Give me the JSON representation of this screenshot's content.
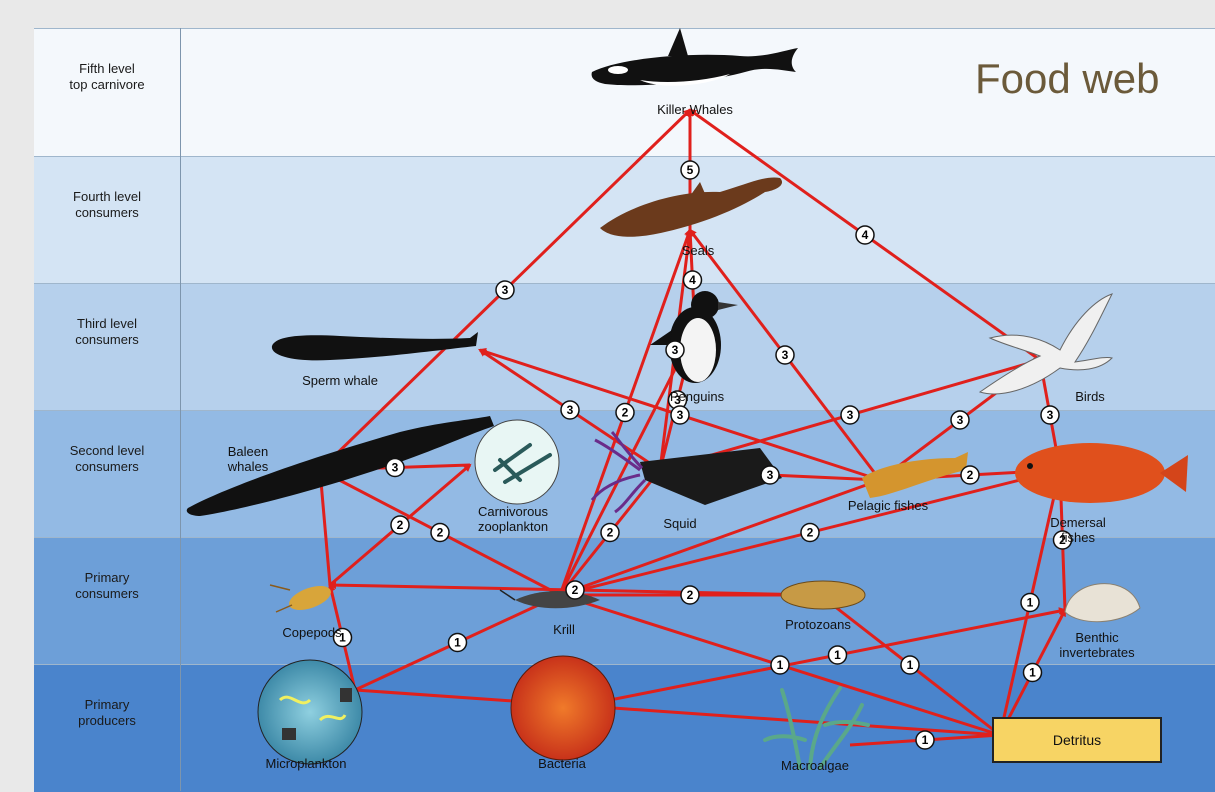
{
  "title": "Food web",
  "levels": [
    {
      "label": "Fifth level\ntop carnivore"
    },
    {
      "label": "Fourth level\nconsumers"
    },
    {
      "label": "Third level\nconsumers"
    },
    {
      "label": "Second level\nconsumers"
    },
    {
      "label": "Primary\nconsumers"
    },
    {
      "label": "Primary\nproducers"
    }
  ],
  "organisms": {
    "killer_whales": "Killer Whales",
    "seals": "Seals",
    "penguins": "Penguins",
    "sperm_whale": "Sperm whale",
    "birds": "Birds",
    "baleen_whales": "Baleen\nwhales",
    "carnivorous_zooplankton": "Carnivorous\nzooplankton",
    "squid": "Squid",
    "pelagic_fishes": "Pelagic fishes",
    "demersal_fishes": "Demersal\nfishes",
    "copepods": "Copepods",
    "krill": "Krill",
    "protozoans": "Protozoans",
    "benthic_invertebrates": "Benthic\ninvertebrates",
    "microplankton": "Microplankton",
    "bacteria": "Bacteria",
    "macroalgae": "Macroalgae",
    "detritus": "Detritus"
  },
  "colors": {
    "arrow": "#e0201c",
    "band_top": "#eef4fb",
    "band_bottom": "#3f78c4",
    "detritus": "#f7d464"
  },
  "links": [
    {
      "from": "microplankton",
      "to": "copepods",
      "badge": "1"
    },
    {
      "from": "microplankton",
      "to": "krill",
      "badge": "1"
    },
    {
      "from": "microplankton",
      "to": "detritus",
      "badge": ""
    },
    {
      "from": "bacteria",
      "to": "benthic_invertebrates",
      "badge": "1"
    },
    {
      "from": "macroalgae",
      "to": "detritus",
      "badge": "1"
    },
    {
      "from": "detritus",
      "to": "benthic_invertebrates",
      "badge": "1"
    },
    {
      "from": "detritus",
      "to": "protozoans",
      "badge": "1"
    },
    {
      "from": "detritus",
      "to": "krill",
      "badge": "1"
    },
    {
      "from": "detritus",
      "to": "demersal_fishes",
      "badge": "1"
    },
    {
      "from": "protozoans",
      "to": "krill",
      "badge": "2"
    },
    {
      "from": "protozoans",
      "to": "copepods",
      "badge": "2"
    },
    {
      "from": "copepods",
      "to": "baleen_whales",
      "badge": ""
    },
    {
      "from": "copepods",
      "to": "carnivorous_zooplankton",
      "badge": "2"
    },
    {
      "from": "krill",
      "to": "baleen_whales",
      "badge": "2"
    },
    {
      "from": "krill",
      "to": "squid",
      "badge": "2"
    },
    {
      "from": "krill",
      "to": "penguins",
      "badge": ""
    },
    {
      "from": "krill",
      "to": "seals",
      "badge": "2"
    },
    {
      "from": "krill",
      "to": "pelagic_fishes",
      "badge": ""
    },
    {
      "from": "krill",
      "to": "demersal_fishes",
      "badge": "2"
    },
    {
      "from": "benthic_invertebrates",
      "to": "demersal_fishes",
      "badge": "2"
    },
    {
      "from": "carnivorous_zooplankton",
      "to": "baleen_whales",
      "badge": "3"
    },
    {
      "from": "squid",
      "to": "sperm_whale",
      "badge": "3"
    },
    {
      "from": "squid",
      "to": "penguins",
      "badge": "3"
    },
    {
      "from": "squid",
      "to": "seals",
      "badge": "3"
    },
    {
      "from": "squid",
      "to": "birds",
      "badge": "3"
    },
    {
      "from": "pelagic_fishes",
      "to": "sperm_whale",
      "badge": "3"
    },
    {
      "from": "pelagic_fishes",
      "to": "seals",
      "badge": "3"
    },
    {
      "from": "pelagic_fishes",
      "to": "birds",
      "badge": "3"
    },
    {
      "from": "pelagic_fishes",
      "to": "squid",
      "badge": "3"
    },
    {
      "from": "demersal_fishes",
      "to": "birds",
      "badge": "3"
    },
    {
      "from": "demersal_fishes",
      "to": "pelagic_fishes",
      "badge": "2"
    },
    {
      "from": "penguins",
      "to": "seals",
      "badge": "4"
    },
    {
      "from": "birds",
      "to": "killer_whales",
      "badge": "4"
    },
    {
      "from": "seals",
      "to": "killer_whales",
      "badge": "5"
    },
    {
      "from": "baleen_whales",
      "to": "killer_whales",
      "badge": "3"
    }
  ]
}
